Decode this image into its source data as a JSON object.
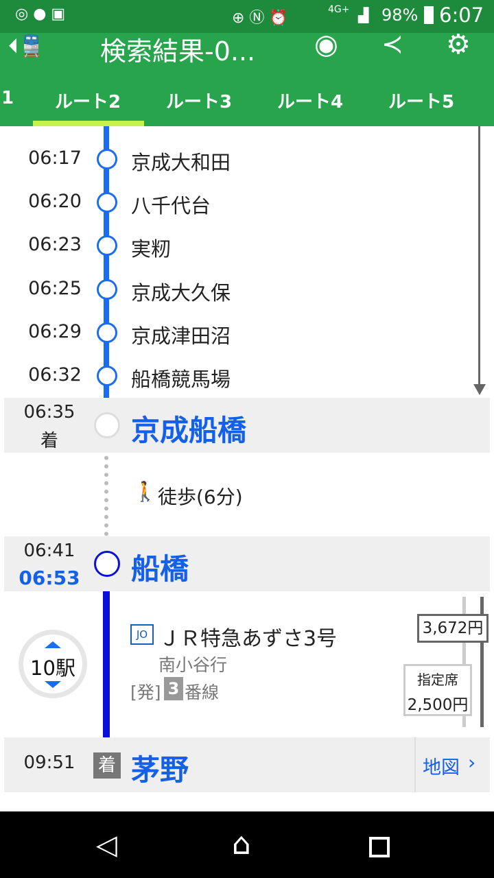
{
  "status_bar": {
    "battery": "98%",
    "time": "6:07",
    "network": "4G+"
  },
  "app_bar": {
    "title": "検索結果-0..."
  },
  "tabs": [
    {
      "label": "1"
    },
    {
      "label": "ルート2"
    },
    {
      "label": "ルート3"
    },
    {
      "label": "ルート4"
    },
    {
      "label": "ルート5"
    }
  ],
  "stops": [
    {
      "time": "06:17",
      "name": "京成大和田"
    },
    {
      "time": "06:20",
      "name": "八千代台"
    },
    {
      "time": "06:23",
      "name": "実籾"
    },
    {
      "time": "06:25",
      "name": "京成大久保"
    },
    {
      "time": "06:29",
      "name": "京成津田沼"
    },
    {
      "time": "06:32",
      "name": "船橋競馬場"
    }
  ],
  "arrival1": {
    "time": "06:35",
    "label": "着",
    "name": "京成船橋"
  },
  "walk": {
    "text": "徒歩(6分)"
  },
  "transfer": {
    "arr_time": "06:41",
    "dep_time": "06:53",
    "name": "船橋"
  },
  "train": {
    "line_badge": "JO",
    "name": "ＪＲ特急あずさ3号",
    "destination": "南小谷行",
    "platform_prefix": "[発]",
    "platform_num": "3",
    "platform_suffix": "番線",
    "stations": "10駅",
    "fare": "3,672円",
    "seat_label": "指定席",
    "seat_fare": "2,500円"
  },
  "arrival2": {
    "time": "09:51",
    "label": "着",
    "name": "茅野",
    "map_label": "地図"
  }
}
